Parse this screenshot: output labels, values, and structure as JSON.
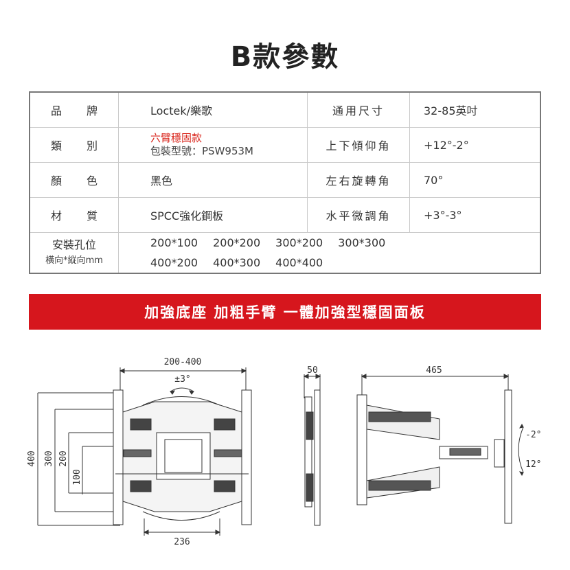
{
  "title": "B款參數",
  "table": {
    "row1": {
      "label_a": "品",
      "label_b": "牌",
      "value": "Loctek/樂歌",
      "label2": "通用尺寸",
      "value2": "32-85英吋"
    },
    "row2": {
      "label_a": "類",
      "label_b": "別",
      "value_red": "六臂穩固款",
      "value_sub": "包裝型號：PSW953M",
      "label2": "上下傾仰角",
      "value2": "+12°-2°"
    },
    "row3": {
      "label_a": "顏",
      "label_b": "色",
      "value": "黑色",
      "label2": "左右旋轉角",
      "value2": "70°"
    },
    "row4": {
      "label_a": "材",
      "label_b": "質",
      "value": "SPCC強化鋼板",
      "label2": "水平微調角",
      "value2": "+3°-3°"
    },
    "row5": {
      "label": "安裝孔位",
      "sublabel": "橫向*縱向mm",
      "line1": [
        "200*100",
        "200*200",
        "300*200",
        "300*300"
      ],
      "line2": [
        "400*200",
        "400*300",
        "400*400"
      ]
    }
  },
  "banner": "加強底座 加粗手臂 一體加強型穩固面板",
  "diagram": {
    "dim_top": "200-400",
    "rotation": "±3°",
    "dim_bottom": "236",
    "dim_400": "400",
    "dim_300": "300",
    "dim_200": "200",
    "dim_100": "100",
    "dim_depth": "50",
    "dim_extend": "465",
    "tilt_up": "-2°",
    "tilt_down": "12°"
  }
}
